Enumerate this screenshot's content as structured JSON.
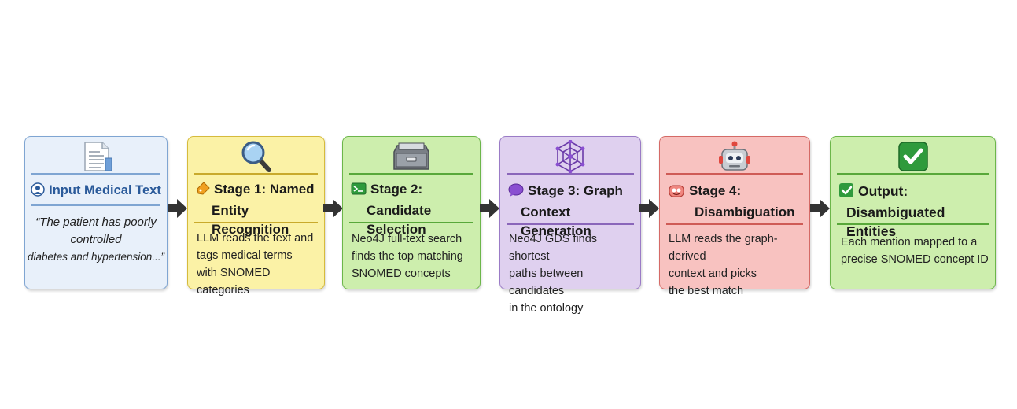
{
  "input": {
    "title": "Input Medical Text",
    "quote_line1": "“The patient has poorly",
    "quote_line2": "controlled",
    "quote_line3": "diabetes and hypertension...”",
    "icon": "document-icon"
  },
  "stage1": {
    "title_line1": "Stage 1: Named",
    "title_line2": "Entity Recognition",
    "desc_line1": "LLM reads the text and",
    "desc_line2": "tags medical terms",
    "desc_line3": "with SNOMED categories",
    "icon": "magnifier-icon"
  },
  "stage2": {
    "title_line1": "Stage 2:",
    "title_line2": "Candidate Selection",
    "desc_line1": "Neo4J full-text search",
    "desc_line2": "finds the top matching",
    "desc_line3": "SNOMED concepts",
    "icon": "file-cabinet-icon"
  },
  "stage3": {
    "title_line1": "Stage 3: Graph",
    "title_line2": "Context Generation",
    "desc_line1": "Neo4J GDS finds shortest",
    "desc_line2": "paths between candidates",
    "desc_line3": "in the ontology",
    "icon": "network-graph-icon"
  },
  "stage4": {
    "title_line1": "Stage 4:",
    "title_line2": "Disambiguation",
    "desc_line1": "LLM reads the graph-derived",
    "desc_line2": "context and picks",
    "desc_line3": "the best match",
    "icon": "robot-icon"
  },
  "output": {
    "title_line1": "Output:",
    "title_line2": "Disambiguated Entities",
    "desc_line1": "Each mention mapped to a",
    "desc_line2": "precise SNOMED concept ID",
    "icon": "check-mark-icon"
  },
  "colors": {
    "input_bg": "#e8f0fa",
    "stage1_bg": "#fbf2a6",
    "stage2_bg": "#cdeead",
    "stage3_bg": "#dfd0ef",
    "stage4_bg": "#f8c2c0",
    "output_bg": "#cdeead",
    "arrow": "#333333",
    "input_title": "#2a5a9a"
  }
}
